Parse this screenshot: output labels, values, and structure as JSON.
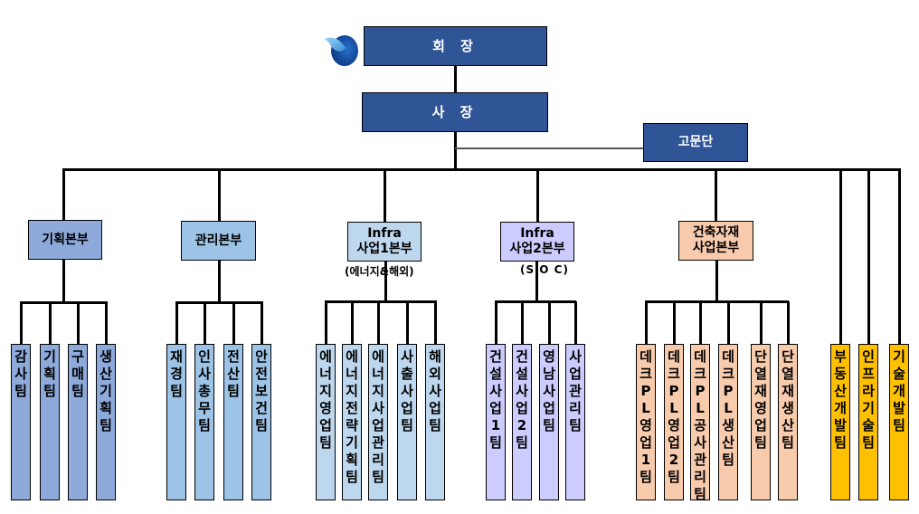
{
  "chairman": {
    "label": "회 장"
  },
  "president": {
    "label": "사 장"
  },
  "advisory": {
    "label": "고문단"
  },
  "logo": {
    "icon": "company-logo-droplet-icon"
  },
  "divisions": [
    {
      "line1": "기획본부",
      "line2": "",
      "note": "",
      "color": "#8eaadb",
      "teams": [
        "감사팀",
        "기획팀",
        "구매팀",
        "생산기획팀"
      ]
    },
    {
      "line1": "관리본부",
      "line2": "",
      "note": "",
      "color": "#9dc3e6",
      "teams": [
        "재경팀",
        "인사총무팀",
        "전산팀",
        "안전보건팀"
      ]
    },
    {
      "line1": "Infra",
      "line2": "사업1본부",
      "note": "(에너지&해외)",
      "color": "#bdd7ee",
      "teams": [
        "에너지영업팀",
        "에너지전략기획팀",
        "에너지사업관리팀",
        "사출사업팀",
        "해외사업팀"
      ]
    },
    {
      "line1": "Infra",
      "line2": "사업2본부",
      "note": "(S O C)",
      "color": "#ccccff",
      "teams": [
        "건설사업1팀",
        "건설사업2팀",
        "영남사업팀",
        "사업관리팀"
      ]
    },
    {
      "line1": "건축자재",
      "line2": "사업본부",
      "note": "",
      "color": "#f8cbad",
      "teams": [
        "데크PL영업1팀",
        "데크PL영업2팀",
        "데크PL공사관리팀",
        "데크PL생산팀",
        "단열재영업팀",
        "단열재생산팀"
      ]
    }
  ],
  "direct_teams": {
    "color": "#ffc000",
    "teams": [
      "부동산개발팀",
      "인프라기술팀",
      "기술개발팀"
    ]
  }
}
